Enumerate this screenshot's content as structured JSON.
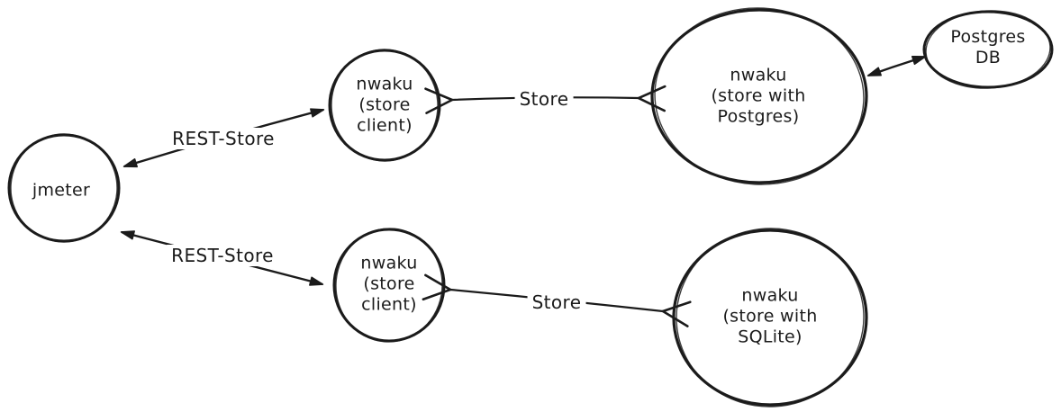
{
  "diagram": {
    "nodes": {
      "jmeter": {
        "label": "jmeter"
      },
      "store_client_top": {
        "label": "nwaku\n(store\nclient)"
      },
      "store_postgres": {
        "label": "nwaku\n(store with\nPostgres)"
      },
      "postgres_db": {
        "label": "Postgres\nDB"
      },
      "store_client_bottom": {
        "label": "nwaku\n(store\nclient)"
      },
      "store_sqlite": {
        "label": "nwaku\n(store with\nSQLite)"
      }
    },
    "edges": {
      "rest_store_top": {
        "label": "REST-Store"
      },
      "rest_store_bottom": {
        "label": "REST-Store"
      },
      "store_top": {
        "label": "Store"
      },
      "store_bottom": {
        "label": "Store"
      }
    },
    "colors": {
      "stroke": "#1b1b1b",
      "background": "#ffffff"
    }
  }
}
